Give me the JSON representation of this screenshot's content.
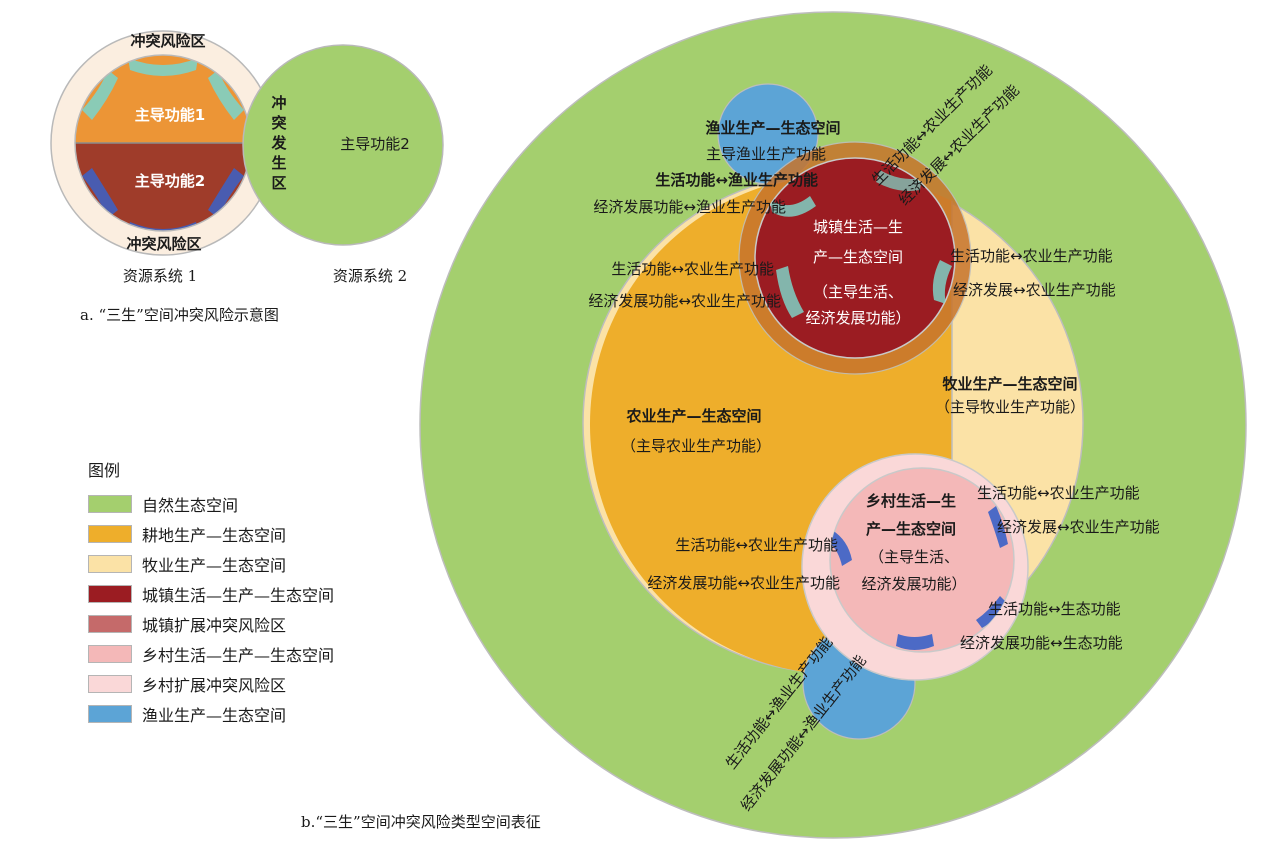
{
  "colors": {
    "natural_ecological": "#a4cf6e",
    "farmland": "#eeae2b",
    "pastoral": "#fbe2a6",
    "urban": "#9b1c22",
    "urban_conflict": "#c56a6a",
    "rural": "#f4b8b8",
    "rural_conflict": "#fad8d8",
    "fishery": "#5ca4d6",
    "primary_function_1": "#ec9536",
    "primary_function_2": "#9f3c2a",
    "risk_hotspot_teal": "#7fd0c4",
    "risk_hotspot_blue": "#3a62c8"
  },
  "panel_a": {
    "risk_zone_top": "冲突风险区",
    "risk_zone_bottom": "冲突风险区",
    "function_1": "主导功能1",
    "function_2": "主导功能2",
    "function_2_right": "主导功能2",
    "conflict_zone_chars": [
      "冲",
      "突",
      "发",
      "生",
      "区"
    ],
    "system_1": "资源系统 1",
    "system_2": "资源系统 2",
    "caption": "a. “三生”空间冲突风险示意图"
  },
  "legend": {
    "title": "图例",
    "items": [
      {
        "label": "自然生态空间",
        "color_key": "natural_ecological"
      },
      {
        "label": "耕地生产—生态空间",
        "color_key": "farmland"
      },
      {
        "label": "牧业生产—生态空间",
        "color_key": "pastoral"
      },
      {
        "label": "城镇生活—生产—生态空间",
        "color_key": "urban"
      },
      {
        "label": "城镇扩展冲突风险区",
        "color_key": "urban_conflict"
      },
      {
        "label": "乡村生活—生产—生态空间",
        "color_key": "rural"
      },
      {
        "label": "乡村扩展冲突风险区",
        "color_key": "rural_conflict"
      },
      {
        "label": "渔业生产—生态空间",
        "color_key": "fishery"
      }
    ]
  },
  "panel_b": {
    "fishery_top_title": "渔业生产—生态空间",
    "fishery_top_function": "主导渔业生产功能",
    "fishery_top_conflict_1": "生活功能↔渔业生产功能",
    "fishery_top_conflict_2": "经济发展功能↔渔业生产功能",
    "diag_top_1": "生活功能↔农业生产功能",
    "diag_top_2": "经济发展↔农业生产功能",
    "urban_line1": "城镇生活—生",
    "urban_line2": "产—生态空间",
    "urban_line3": "（主导生活、",
    "urban_line4": "经济发展功能）",
    "urban_left_conflict_1": "生活功能↔农业生产功能",
    "urban_left_conflict_2": "经济发展功能↔农业生产功能",
    "urban_right_conflict_1": "生活功能↔农业生产功能",
    "urban_right_conflict_2": "经济发展↔农业生产功能",
    "pastoral_title": "牧业生产—生态空间",
    "pastoral_function": "（主导牧业生产功能）",
    "farmland_title": "农业生产—生态空间",
    "farmland_function": "（主导农业生产功能）",
    "rural_line1": "乡村生活—生",
    "rural_line2": "产—生态空间",
    "rural_line3": "（主导生活、",
    "rural_line4": "经济发展功能）",
    "rural_right_conflict_1": "生活功能↔农业生产功能",
    "rural_right_conflict_2": "经济发展↔农业生产功能",
    "rural_left_conflict_1": "生活功能↔农业生产功能",
    "rural_left_conflict_2": "经济发展功能↔农业生产功能",
    "rural_eco_conflict_1": "生活功能↔生态功能",
    "rural_eco_conflict_2": "经济发展功能↔生态功能",
    "diag_bottom_1": "生活功能↔渔业生产功能",
    "diag_bottom_2": "经济发展功能↔渔业生产功能",
    "caption": "b.“三生”空间冲突风险类型空间表征"
  }
}
